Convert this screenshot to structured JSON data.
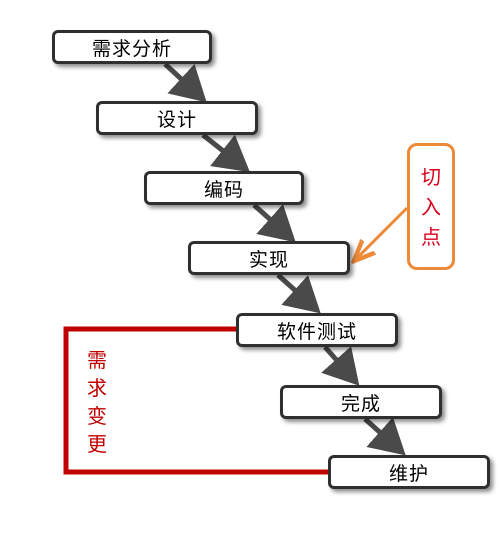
{
  "flow": {
    "steps": [
      "需求分析",
      "设计",
      "编码",
      "实现",
      "软件测试",
      "完成",
      "维护"
    ]
  },
  "entry_point": {
    "chars": [
      "切",
      "入",
      "点"
    ]
  },
  "change_loop": {
    "chars": [
      "需",
      "求",
      "变",
      "更"
    ]
  },
  "colors": {
    "box_border": "#2f2f2f",
    "arrow": "#4a4a4a",
    "entry_border": "#ec8a3a",
    "entry_text": "#d9001b",
    "loop": "#c00000"
  }
}
